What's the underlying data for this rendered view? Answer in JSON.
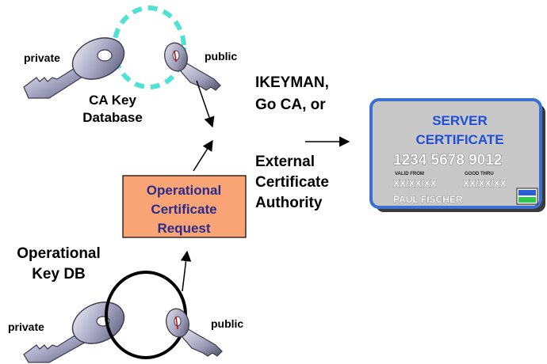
{
  "ca_group": {
    "private_label": "private",
    "public_label": "public",
    "db_label_line1": "CA Key",
    "db_label_line2": "Database"
  },
  "ops_group": {
    "private_label": "private",
    "public_label": "public",
    "db_label_line1": "Operational",
    "db_label_line2": "Key DB"
  },
  "request_box": {
    "line1": "Operational",
    "line2": "Certificate",
    "line3": "Request",
    "fill": "#f9a475",
    "text_color": "#2b2b8a"
  },
  "authority_text": {
    "line1": "IKEYMAN,",
    "line2": "Go CA, or",
    "line3": "External",
    "line4": "Certificate",
    "line5": "Authority"
  },
  "certificate_card": {
    "title_line1": "SERVER",
    "title_line2": "CERTIFICATE",
    "number": "1234  5678  9012",
    "valid_from_label": "VALID FROM",
    "good_thru_label": "GOOD THRU",
    "valid_from_value": "XX/XX/XX",
    "good_thru_value": "XX/XX/XX",
    "holder_name": "PAUL FISCHER",
    "card_color": "#c8c8c8",
    "border_color": "#3b6fd0",
    "title_color": "#1f4fd6"
  },
  "colors": {
    "ca_ring": "#4fe0d6",
    "ops_ring": "#000000",
    "key_body": "#9a9ab8"
  }
}
